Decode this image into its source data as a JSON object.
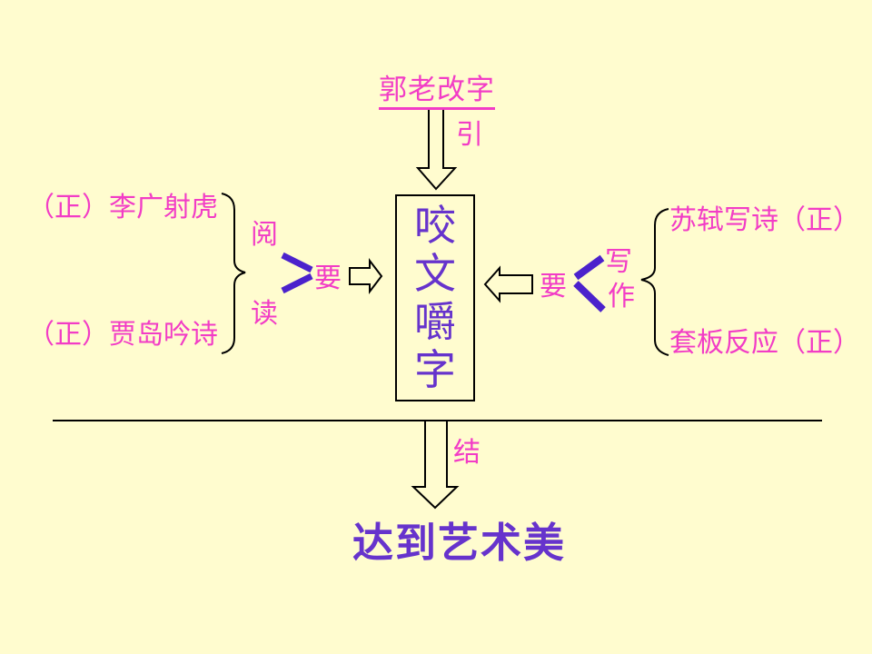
{
  "slide": {
    "title": "郭老改字",
    "intro_label": "引",
    "center_text": "咬文嚼字",
    "left_branch": {
      "item_top": "（正）李广射虎",
      "item_bottom": "（正）贾岛吟诗",
      "category_char_top": "阅",
      "category_char_bottom": "读",
      "verb": "要"
    },
    "right_branch": {
      "item_top": "苏轼写诗（正）",
      "item_bottom": "套板反应（正）",
      "category_char_top": "写",
      "category_char_bottom": "作",
      "verb": "要"
    },
    "conclusion_label": "结",
    "conclusion_text": "达到艺术美",
    "colors": {
      "background": "#FFFCCF",
      "magenta_text": "#F23CC6",
      "purple_text": "#6633CC",
      "connector_stroke": "#4B22CC",
      "outline": "#000000"
    }
  }
}
